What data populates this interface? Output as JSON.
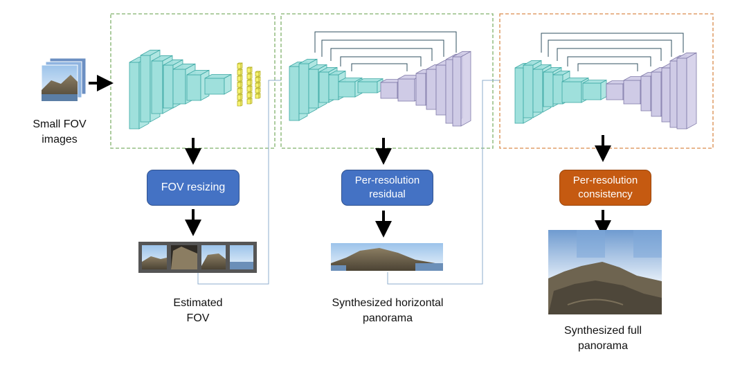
{
  "colors": {
    "encoder_fill": "#9fe0dc",
    "encoder_stroke": "#3aa7a3",
    "decoder_fill": "#cfcbe6",
    "decoder_stroke": "#7f79a8",
    "fc_fill": "#f6f271",
    "fc_stroke": "#b5b021",
    "green_dash": "#7fb06a",
    "orange_dash": "#d98a4a",
    "blue_box": "#4472c4",
    "orange_box": "#c55a11",
    "connector": "#8eaccd",
    "arrow": "#000000"
  },
  "labels": {
    "input": "Small FOV\nimages",
    "estimated_fov": "Estimated\nFOV",
    "horizontal_panorama": "Synthesized horizontal\npanorama",
    "full_panorama": "Synthesized full\npanorama"
  },
  "boxes": {
    "fov_resizing": "FOV resizing",
    "per_resolution_residual": "Per-resolution\nresidual",
    "per_resolution_consistency": "Per-resolution\nconsistency"
  },
  "icons": {
    "input": "photo-stack-icon",
    "estimated_fov": "fov-strip-thumbnails",
    "horizontal": "horizontal-panorama-image",
    "full": "full-panorama-image"
  }
}
